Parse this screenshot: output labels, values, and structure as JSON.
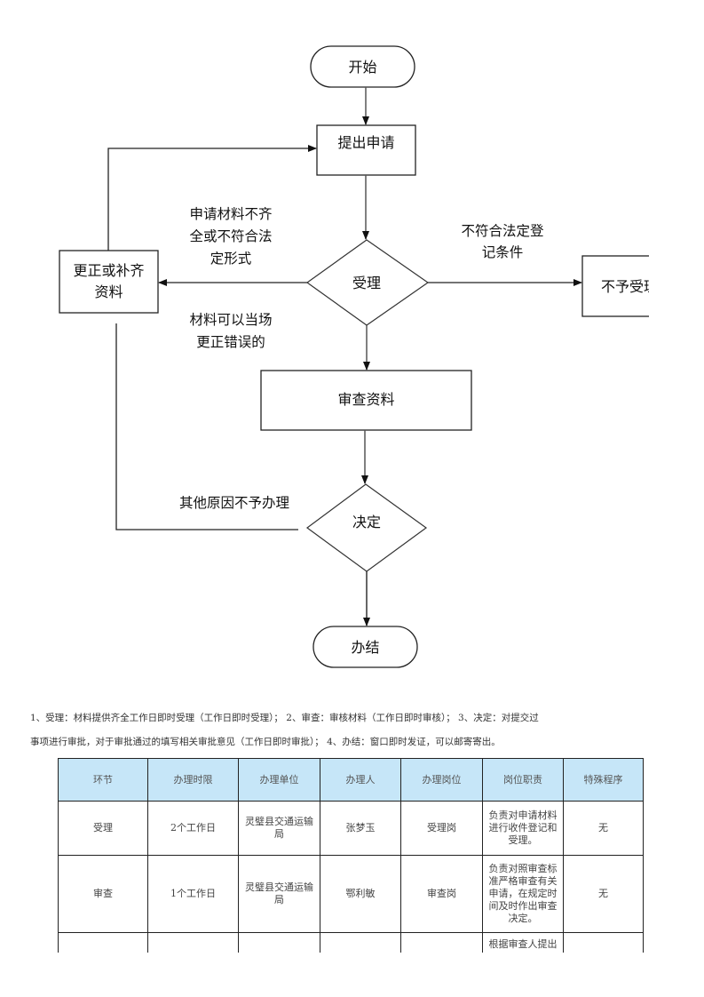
{
  "flowchart": {
    "start": "开始",
    "submit": "提出申请",
    "accept": "受理",
    "correct_box": [
      "更正或补齐",
      "资料"
    ],
    "reject_box": "不予受理",
    "review": "审查资料",
    "decide": "决定",
    "finish": "办结",
    "label_incomplete": [
      "申请材料不齐",
      "全或不符合法",
      "定形式"
    ],
    "label_correctable": [
      "材料可以当场",
      "更正错误的"
    ],
    "label_not_qualified": [
      "不符合法定登",
      "记条件"
    ],
    "label_other_reason": "其他原因不予办理"
  },
  "notes": {
    "line1": "1、受理：材料提供齐全工作日即时受理（工作日即时受理）； 2、审查：审核材料（工作日即时审核）； 3、决定：对提交过",
    "line2": "事项进行审批，对于审批通过的填写相关审批意见（工作日即时审批）； 4、办结：窗口即时发证，可以邮寄寄出。"
  },
  "table": {
    "header_bg": "#c6e6f8",
    "headers": [
      "环节",
      "办理时限",
      "办理单位",
      "办理人",
      "办理岗位",
      "岗位职责",
      "特殊程序"
    ],
    "rows": [
      [
        "受理",
        "2个工作日",
        "灵璧县交通运输局",
        "张梦玉",
        "受理岗",
        "负责对申请材料进行收件登记和受理。",
        "无"
      ],
      [
        "审查",
        "1个工作日",
        "灵璧县交通运输局",
        "鄂利敏",
        "审查岗",
        "负责对照审查标准严格审查有关申请，在规定时间及时作出审查决定。",
        "无"
      ],
      [
        "",
        "",
        "",
        "",
        "",
        "根据审查人提出",
        ""
      ]
    ]
  }
}
